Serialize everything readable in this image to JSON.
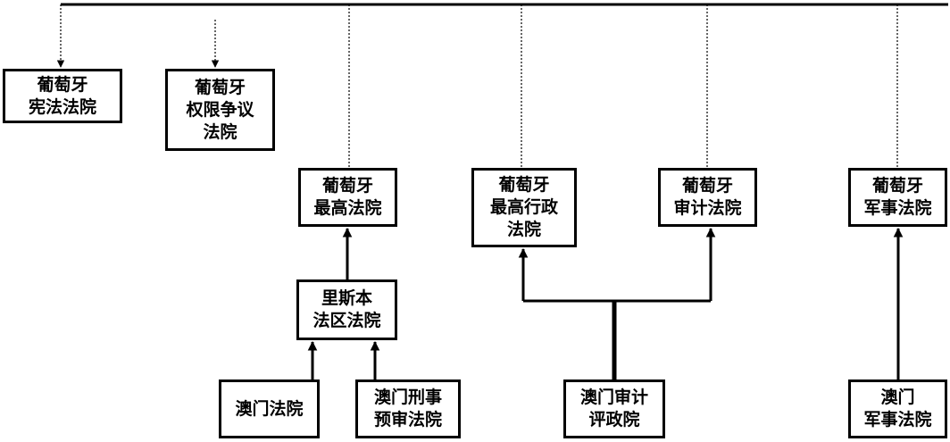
{
  "boxes": [
    {
      "id": "constitutional_court",
      "lines": [
        "葡萄牙",
        "宪法法院"
      ]
    },
    {
      "id": "court_of_conflicts",
      "lines": [
        "葡萄牙",
        "权限争议",
        "法院"
      ]
    },
    {
      "id": "supreme_court",
      "lines": [
        "葡萄牙",
        "最高法院"
      ]
    },
    {
      "id": "supreme_administrative_court",
      "lines": [
        "葡萄牙",
        "最高行政",
        "法院"
      ]
    },
    {
      "id": "court_of_audit",
      "lines": [
        "葡萄牙",
        "审计法院"
      ]
    },
    {
      "id": "military_court",
      "lines": [
        "葡萄牙",
        "军事法院"
      ]
    },
    {
      "id": "lisbon_district_court",
      "lines": [
        "里斯本",
        "法区法院"
      ]
    },
    {
      "id": "macau_court",
      "lines": [
        "澳门法院"
      ]
    },
    {
      "id": "macau_criminal_instruction_court",
      "lines": [
        "澳门刑事",
        "预审法院"
      ]
    },
    {
      "id": "macau_audit_court",
      "lines": [
        "澳门审计",
        "评政院"
      ]
    },
    {
      "id": "macau_military_court",
      "lines": [
        "澳门",
        "军事法院"
      ]
    }
  ]
}
